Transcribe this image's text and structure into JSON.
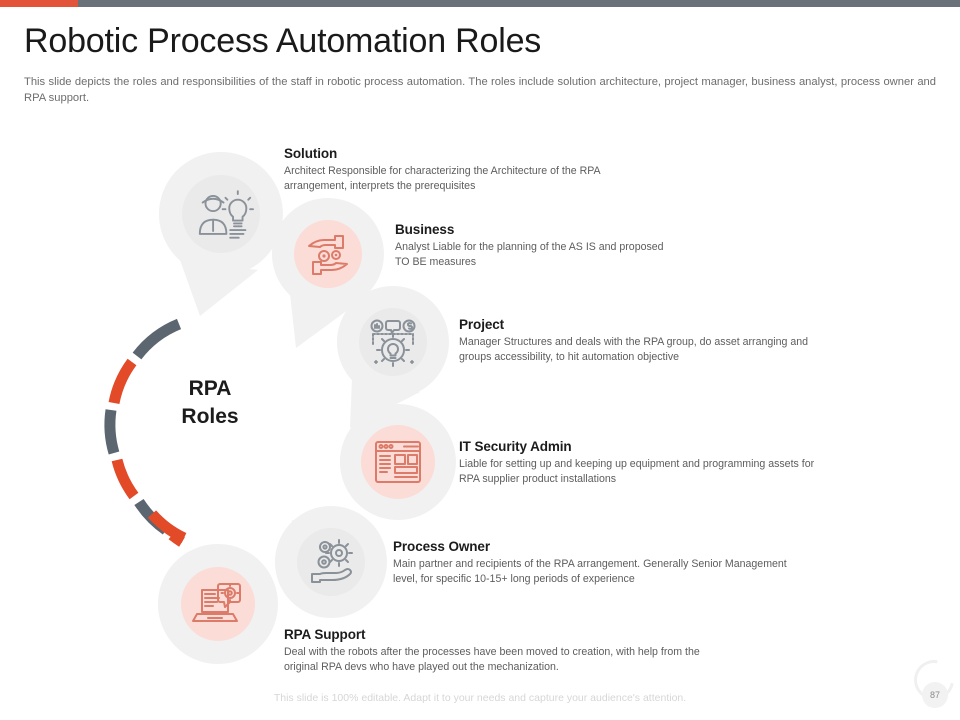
{
  "topbar": {
    "accent_orange": "#E2533A",
    "accent_gray": "#6B7178"
  },
  "header": {
    "title": "Robotic Process Automation Roles",
    "subtitle": "This slide depicts the roles and responsibilities of the staff in robotic process automation. The roles include solution architecture, project manager, business analyst, process owner and RPA support."
  },
  "hub": {
    "line1": "RPA",
    "line2": "Roles"
  },
  "arc": {
    "segment_colors": [
      "#5C6670",
      "#E24A28",
      "#5C6670",
      "#E24A28",
      "#5C6670",
      "#E24A28"
    ]
  },
  "roles": [
    {
      "id": "solution-architect",
      "title": "Solution",
      "desc": "Architect Responsible for characterizing the Architecture of the RPA arrangement, interprets the prerequisites",
      "icon": "person-lightbulb-icon",
      "theme": "gray"
    },
    {
      "id": "business-analyst",
      "title": "Business",
      "desc": "Analyst Liable for the planning of the AS IS and proposed TO BE measures",
      "icon": "hands-gears-icon",
      "theme": "orange"
    },
    {
      "id": "project-manager",
      "title": "Project",
      "desc": "Manager Structures and deals with the RPA group, do asset arranging and groups accessibility, to hit automation objective",
      "icon": "gear-lightbulb-icon",
      "theme": "gray"
    },
    {
      "id": "it-security-admin",
      "title": "IT Security Admin",
      "desc": "Liable for setting up and keeping up equipment and programming assets for RPA supplier product installations",
      "icon": "dashboard-window-icon",
      "theme": "orange"
    },
    {
      "id": "process-owner",
      "title": "Process Owner",
      "desc": "Main partner and recipients of the RPA arrangement. Generally Senior Management level, for specific 10-15+ long periods of experience",
      "icon": "hand-gears-icon",
      "theme": "gray"
    },
    {
      "id": "rpa-support",
      "title": "RPA Support",
      "desc": "Deal with the robots after the processes have been moved to creation, with help from the original RPA devs who have played out the mechanization.",
      "icon": "laptop-gear-icon",
      "theme": "orange"
    }
  ],
  "footer": {
    "note": "This slide is 100% editable. Adapt it to your needs and capture your audience's attention.",
    "page_number": "87"
  },
  "colors": {
    "orange": "#E2533A",
    "gray": "#6B7178",
    "icon_gray": "#8a9199",
    "icon_orange": "#dd7b6a",
    "bg_gray_circle": "#eeeeee",
    "bg_pink_circle": "#fbdcd6"
  }
}
